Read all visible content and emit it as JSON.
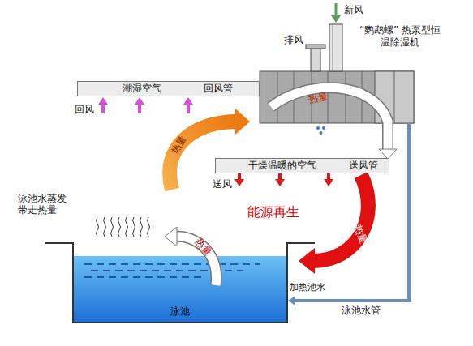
{
  "diagram": {
    "nodes": [
      {
        "text": [
          "潮湿空气",
          "回风管"
        ]
      },
      {
        "text": [
          "“鹦鹉螺” 热泵型恒温除湿机"
        ]
      },
      {
        "text": [
          "干燥温暖的空气",
          "送风管"
        ]
      },
      {
        "text": [
          "泳池"
        ]
      }
    ],
    "edges": [
      {
        "from": 1,
        "to": 3,
        "label": "泳池水管",
        "arrow": "to"
      }
    ],
    "labels": [
      "排风",
      "新风",
      "回风",
      "热量",
      "送风",
      "热量",
      "能源再生",
      "泳池水蒸发带走热量",
      "热量",
      "热量",
      "加热池水"
    ]
  }
}
